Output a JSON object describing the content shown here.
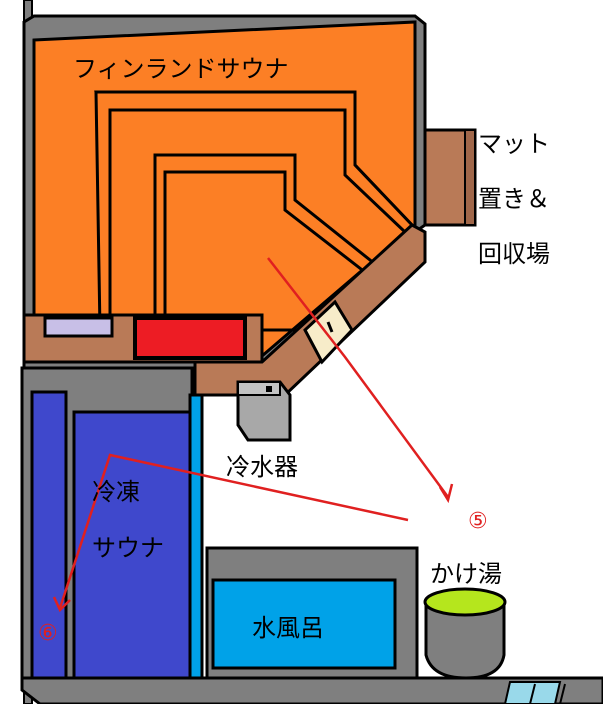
{
  "labels": {
    "finnish_sauna": "フィンランドサウナ",
    "mat_line1": "マット",
    "mat_line2": "置き＆",
    "mat_line3": "回収場",
    "water_cooler": "冷水器",
    "frozen_line1": "冷凍",
    "frozen_line2": "サウナ",
    "cold_bath": "水風呂",
    "kakeyu": "かけ湯",
    "route_5": "⑤",
    "route_6": "⑥"
  },
  "colors": {
    "finnish_sauna": "#fc7f25",
    "wood": "#b97a57",
    "frozen_sauna": "#3f48cc",
    "cold_bath": "#00a2e8",
    "kakeyu_rim": "#b5e61d",
    "route_arrow": "#e02020",
    "wall_gray": "#7f7f7f"
  }
}
